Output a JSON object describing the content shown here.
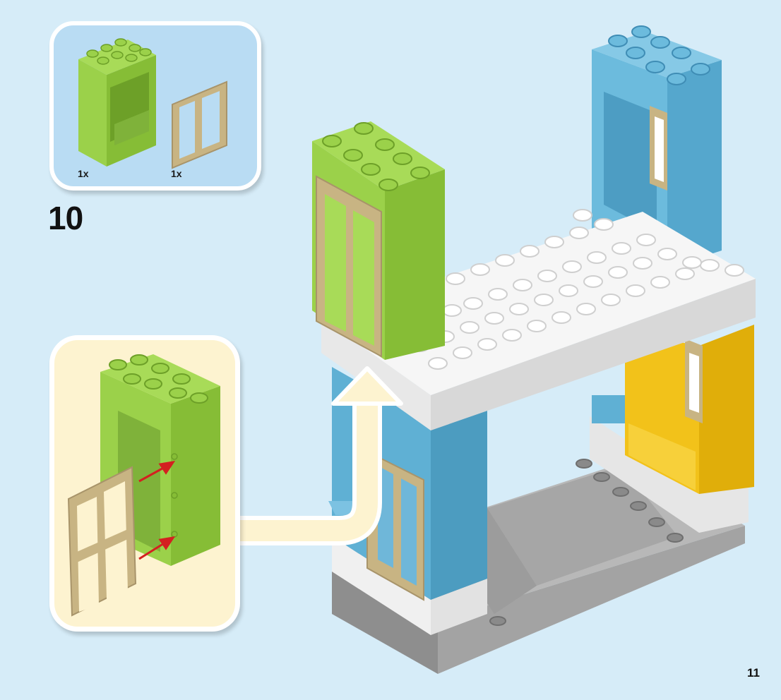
{
  "step": {
    "number": "10"
  },
  "parts": [
    {
      "name": "green-window-frame",
      "quantity": "1x",
      "color": "#8cc63f"
    },
    {
      "name": "tan-window-door",
      "quantity": "1x",
      "color": "#c8b483"
    }
  ],
  "page": {
    "number": "11"
  },
  "colors": {
    "background": "#d6ecf8",
    "parts_panel": "#b9dcf3",
    "substep_panel": "#fdf3d0",
    "arrow": "#fff3c8",
    "lime": "#8cc63f",
    "tan": "#c8b483",
    "blue": "#5fb0d4",
    "yellow": "#f2c21a",
    "white": "#f4f4f4",
    "gray": "#9a9a9a",
    "red_arrow": "#d42020"
  }
}
